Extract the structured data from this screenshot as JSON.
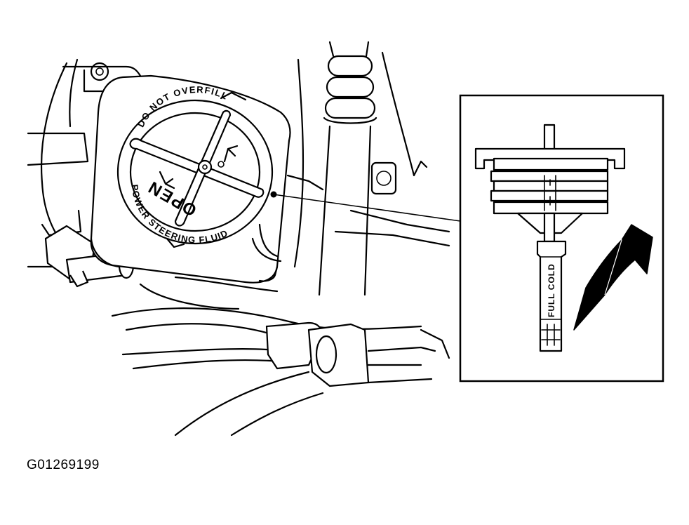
{
  "figure": {
    "id": "G01269199"
  },
  "cap": {
    "top_text": "DO NOT OVERFILL",
    "bottom_text": "POWER STEERING FLUID",
    "open_text": "OPEN"
  },
  "dipstick": {
    "label": "FULL COLD"
  }
}
